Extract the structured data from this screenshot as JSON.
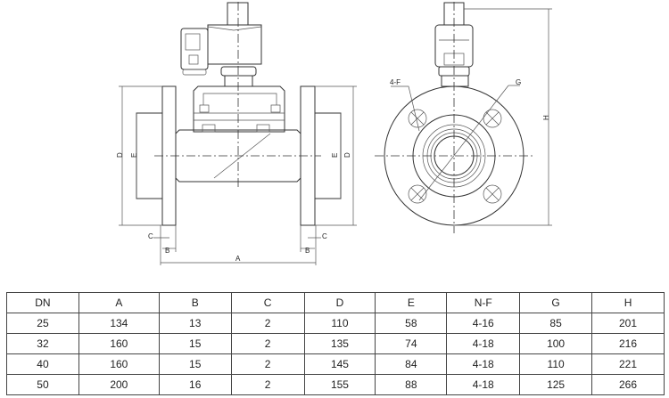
{
  "drawing": {
    "labels": {
      "A": "A",
      "B": "B",
      "C": "C",
      "D": "D",
      "E": "E",
      "F": "4-F",
      "G": "G",
      "H": "H"
    }
  },
  "table": {
    "headers": [
      "DN",
      "A",
      "B",
      "C",
      "D",
      "E",
      "N-F",
      "G",
      "H"
    ],
    "rows": [
      [
        "25",
        "134",
        "13",
        "2",
        "110",
        "58",
        "4-16",
        "85",
        "201"
      ],
      [
        "32",
        "160",
        "15",
        "2",
        "135",
        "74",
        "4-18",
        "100",
        "216"
      ],
      [
        "40",
        "160",
        "15",
        "2",
        "145",
        "84",
        "4-18",
        "110",
        "221"
      ],
      [
        "50",
        "200",
        "16",
        "2",
        "155",
        "88",
        "4-18",
        "125",
        "266"
      ]
    ]
  }
}
